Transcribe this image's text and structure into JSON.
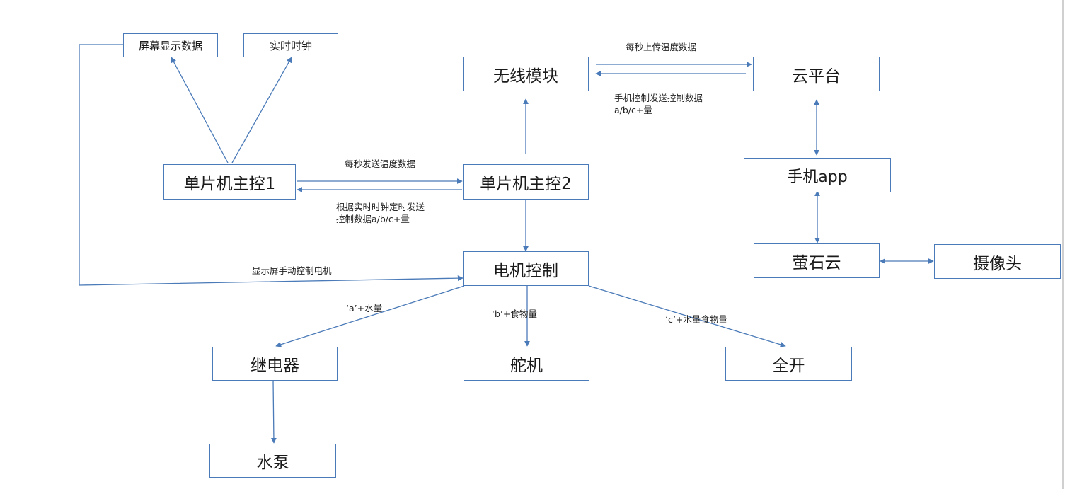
{
  "colors": {
    "edge": "#4a7ab8",
    "border": "#4a7ab8",
    "text": "#1a1a1a"
  },
  "nodes": {
    "screen_display": "屏幕显示数据",
    "rtc": "实时时钟",
    "mcu1": "单片机主控1",
    "wireless": "无线模块",
    "cloud": "云平台",
    "mcu2": "单片机主控2",
    "phone_app": "手机app",
    "motor_ctrl": "电机控制",
    "ezviz": "萤石云",
    "camera": "摄像头",
    "relay": "继电器",
    "servo": "舵机",
    "all_open": "全开",
    "pump": "水泵"
  },
  "edge_labels": {
    "upload_temp": "每秒上传温度数据",
    "phone_ctrl_1": "手机控制发送控制数据",
    "phone_ctrl_2": "a/b/c+量",
    "send_temp": "每秒发送温度数据",
    "rtc_ctrl_1": "根据实时时钟定时发送",
    "rtc_ctrl_2": "控制数据a/b/c+量",
    "manual_motor": "显示屏手动控制电机",
    "a_water": "‘a’+水量",
    "b_food": "‘b’+食物量",
    "c_both": "‘c’+水量食物量"
  }
}
